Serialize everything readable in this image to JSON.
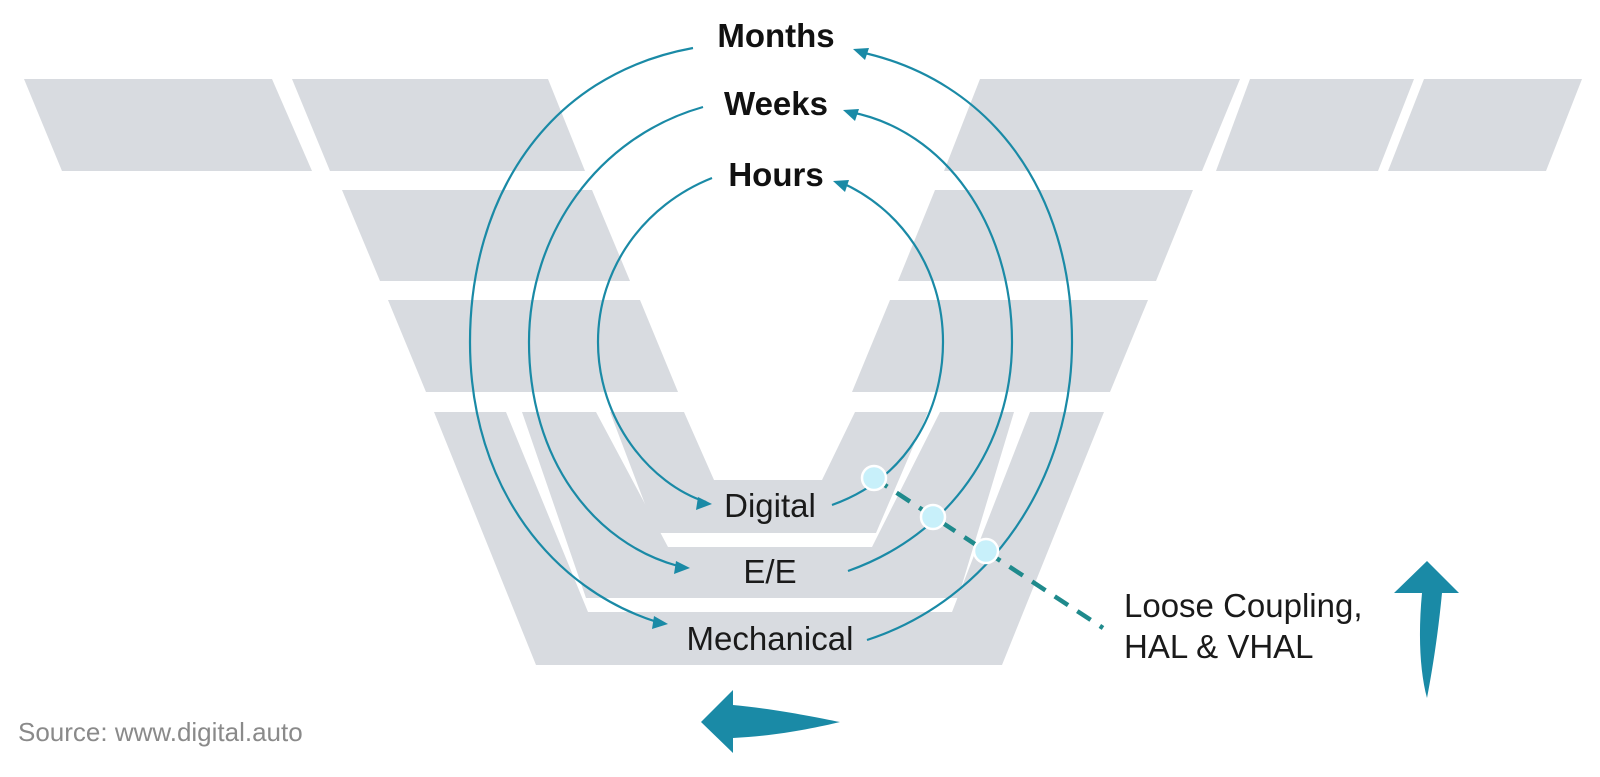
{
  "timescales": {
    "outer": "Months",
    "middle": "Weeks",
    "inner": "Hours"
  },
  "layers": {
    "top": "Digital",
    "middle": "E/E",
    "bottom": "Mechanical"
  },
  "coupling_label": {
    "line1": "Loose Coupling,",
    "line2": "HAL & VHAL"
  },
  "source": "Source: www.digital.auto",
  "colors": {
    "plate": "#d8dbe0",
    "loop": "#1a8aa6",
    "connector_dot": "#c8f0fa",
    "dashed_line": "#1f8a8c"
  }
}
